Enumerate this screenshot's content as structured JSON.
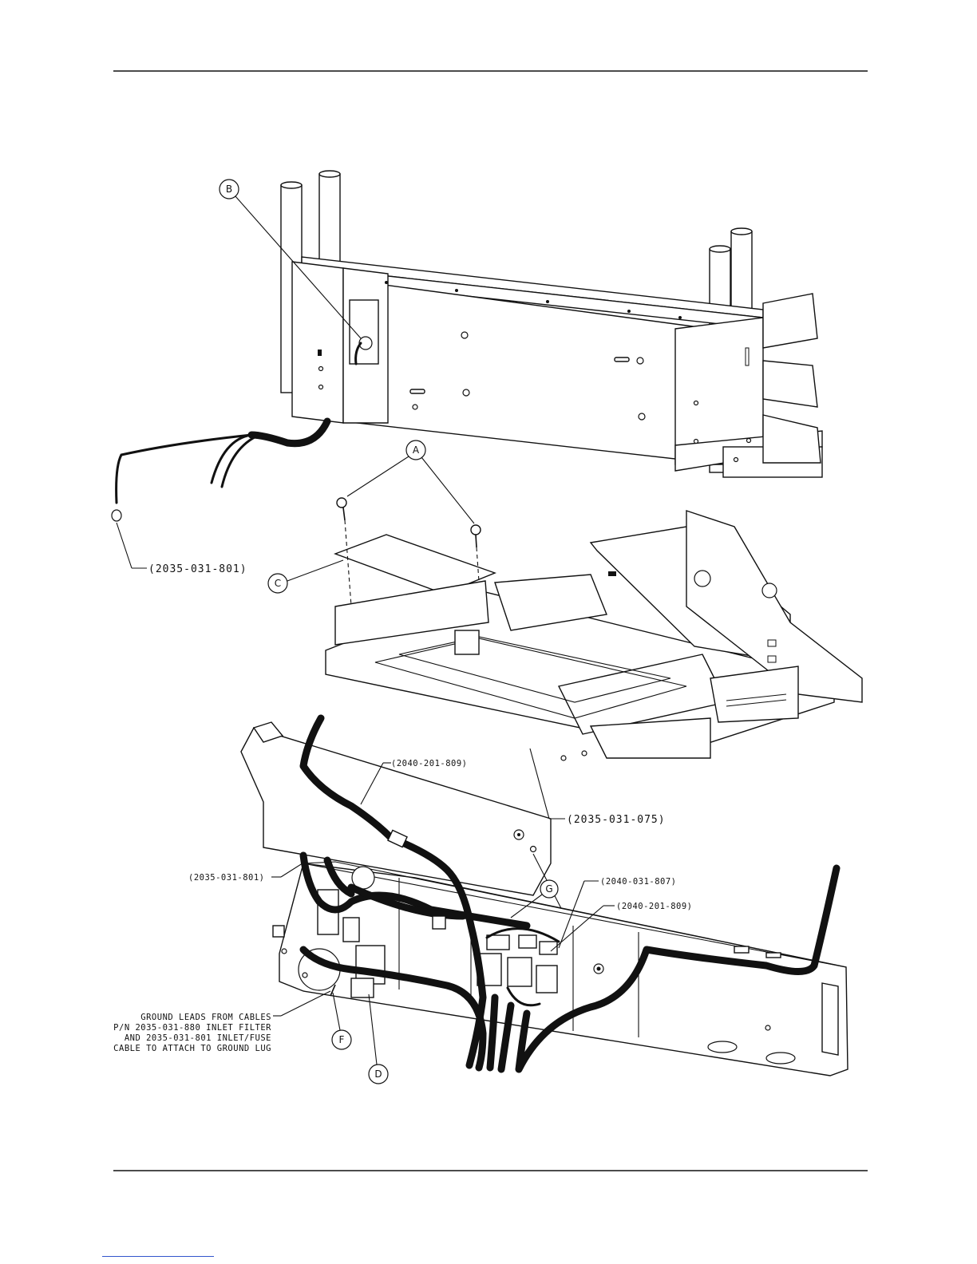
{
  "callouts": {
    "a": "A",
    "b": "B",
    "c": "C",
    "d": "D",
    "f": "F",
    "g": "G"
  },
  "part_numbers": {
    "ground_cable_top": "(2035-031-801)",
    "harness_upper": "(2040-201-809)",
    "frame_base": "(2035-031-075)",
    "ground_cable_lower": "(2035-031-801)",
    "harness_right_a": "(2040-031-807)",
    "harness_right_b": "(2040-201-809)"
  },
  "note": {
    "line1": "GROUND LEADS FROM CABLES",
    "line2": "P/N 2035-031-880 INLET FILTER",
    "line3": "AND 2035-031-801 INLET/FUSE",
    "line4": "CABLE TO ATTACH TO GROUND LUG"
  }
}
